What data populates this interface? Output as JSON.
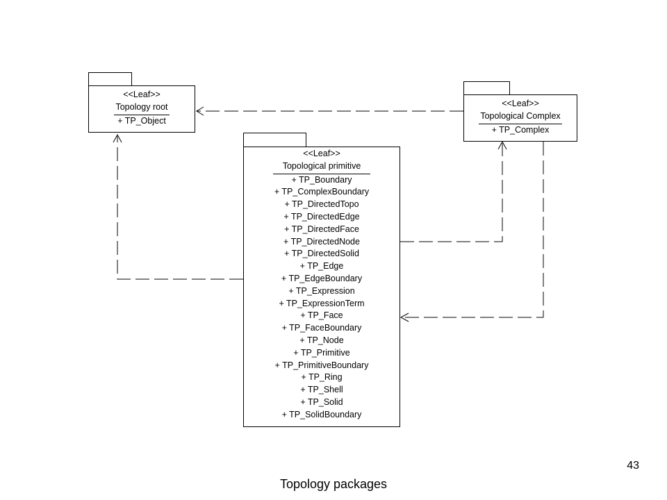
{
  "packages": {
    "topology_root": {
      "stereotype": "<<Leaf>>",
      "name": "Topology root",
      "classes": [
        "+ TP_Object"
      ]
    },
    "topological_complex": {
      "stereotype": "<<Leaf>>",
      "name": "Topological Complex",
      "classes": [
        "+ TP_Complex"
      ]
    },
    "topological_primitive": {
      "stereotype": "<<Leaf>>",
      "name": "Topological primitive",
      "classes": [
        "+ TP_Boundary",
        "+ TP_ComplexBoundary",
        "+ TP_DirectedTopo",
        "+ TP_DirectedEdge",
        "+ TP_DirectedFace",
        "+ TP_DirectedNode",
        "+ TP_DirectedSolid",
        "+ TP_Edge",
        "+ TP_EdgeBoundary",
        "+ TP_Expression",
        "+ TP_ExpressionTerm",
        "+ TP_Face",
        "+ TP_FaceBoundary",
        "+ TP_Node",
        "+ TP_Primitive",
        "+ TP_PrimitiveBoundary",
        "+ TP_Ring",
        "+ TP_Shell",
        "+ TP_Solid",
        "+ TP_SolidBoundary"
      ]
    }
  },
  "dependencies": [
    {
      "from": "topological_complex",
      "to": "topology_root"
    },
    {
      "from": "topological_primitive",
      "to": "topology_root"
    },
    {
      "from": "topological_primitive",
      "to": "topological_complex"
    },
    {
      "from": "topological_complex",
      "to": "topological_primitive"
    }
  ],
  "footer": {
    "page_number": "43",
    "caption": "Topology packages"
  }
}
